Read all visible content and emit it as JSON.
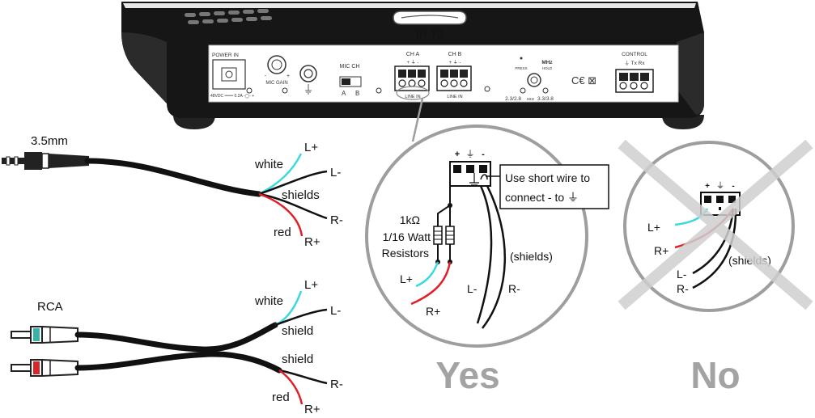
{
  "colors": {
    "cyan": "#39d9dd",
    "red": "#e01f26",
    "gray_circle": "#9e9e9e",
    "big_text_gray": "#a3a3a3",
    "cross_gray": "#cfcfcf",
    "rca_teal": "#36b4a8",
    "rca_red": "#d8262c"
  },
  "device": {
    "model": "IR T2",
    "power_in": "POWER IN",
    "power_spec": "48VDC ═══ 0.2A  -◯- +",
    "mic_gain": "MIC GAIN",
    "mic_gain_minus": "-",
    "mic_gain_plus": "+",
    "mic_ch": "MIC CH",
    "mic_ch_a": "A",
    "mic_ch_b": "B",
    "ch_a": "CH A",
    "ch_b": "CH B",
    "terminal_signs": "+ ⏚ -",
    "line_in_a": "LINE IN",
    "line_in_b": "LINE IN",
    "press": "PRESS",
    "mhz": "MHz",
    "hold": "HOLD",
    "freq_left": "2.3/2.8",
    "freq_mhz": "MHz",
    "freq_right": "3.3/3.8",
    "ce_mark": "C€ ⊠",
    "control": "CONTROL",
    "control_pins": "⏚  Tx  Rx"
  },
  "cable_35": {
    "title": "3.5mm",
    "white": "white",
    "red": "red",
    "shields": "shields",
    "l_plus": "L+",
    "l_minus": "L-",
    "r_minus": "R-",
    "r_plus": "R+"
  },
  "cable_rca": {
    "title": "RCA",
    "white": "white",
    "red": "red",
    "shield_top": "shield",
    "shield_bottom": "shield",
    "l_plus": "L+",
    "l_minus": "L-",
    "r_minus": "R-",
    "r_plus": "R+"
  },
  "yes_panel": {
    "plus": "+",
    "ground": "⏚",
    "minus": "-",
    "note_line1": "Use short wire to",
    "note_line2": "connect - to ⏚",
    "resistor_value": "1kΩ",
    "resistor_watt": "1/16 Watt",
    "resistor_label": "Resistors",
    "l_plus": "L+",
    "r_plus": "R+",
    "l_minus": "L-",
    "r_minus": "R-",
    "shields": "(shields)",
    "verdict": "Yes"
  },
  "no_panel": {
    "plus": "+",
    "ground": "⏚",
    "minus": "-",
    "l_plus": "L+",
    "r_plus": "R+",
    "l_minus": "L-",
    "r_minus": "R-",
    "shields": "(shields)",
    "verdict": "No"
  }
}
